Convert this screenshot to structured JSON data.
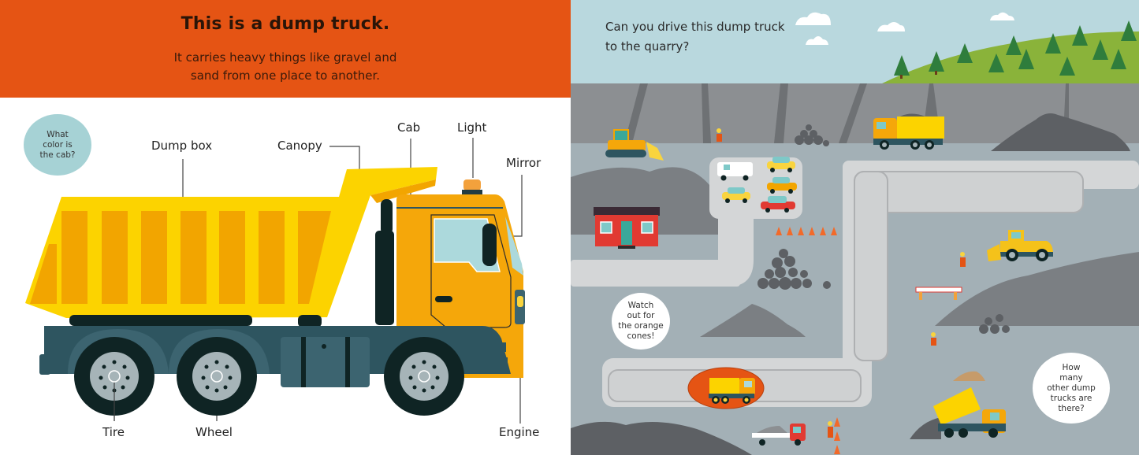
{
  "left_page": {
    "title": "This is a dump truck.",
    "subtitle_line1": "It carries heavy things like gravel and",
    "subtitle_line2": "sand from one place to another.",
    "question_bubble": {
      "line1": "What",
      "line2": "color is",
      "line3": "the cab?"
    },
    "part_labels": {
      "dump_box": "Dump box",
      "canopy": "Canopy",
      "cab": "Cab",
      "light": "Light",
      "mirror": "Mirror",
      "tire": "Tire",
      "wheel": "Wheel",
      "engine": "Engine"
    },
    "colors": {
      "header": "#e55414",
      "box_yellow": "#fcd300",
      "box_orange": "#f2a500",
      "cab": "#f5a70a",
      "chassis": "#2e5560",
      "tire": "#0f2424",
      "wheel": "#a6b4b8",
      "bubble": "#a6d2d5"
    }
  },
  "right_page": {
    "prompt_line1": "Can you drive this dump truck",
    "prompt_line2": "to the quarry?",
    "bubble_cones": {
      "line1": "Watch",
      "line2": "out for",
      "line3": "the orange",
      "line4": "cones!"
    },
    "bubble_count": {
      "line1": "How",
      "line2": "many",
      "line3": "other dump",
      "line4": "trucks are",
      "line5": "there?"
    },
    "colors": {
      "sky": "#b9d8de",
      "hill": "#8ab33a",
      "tree": "#2f7d3c",
      "quarry_wall": "#8c8f92",
      "ground": "#a3b0b6",
      "road": "#d4d6d7",
      "slider": "#e55414"
    }
  }
}
